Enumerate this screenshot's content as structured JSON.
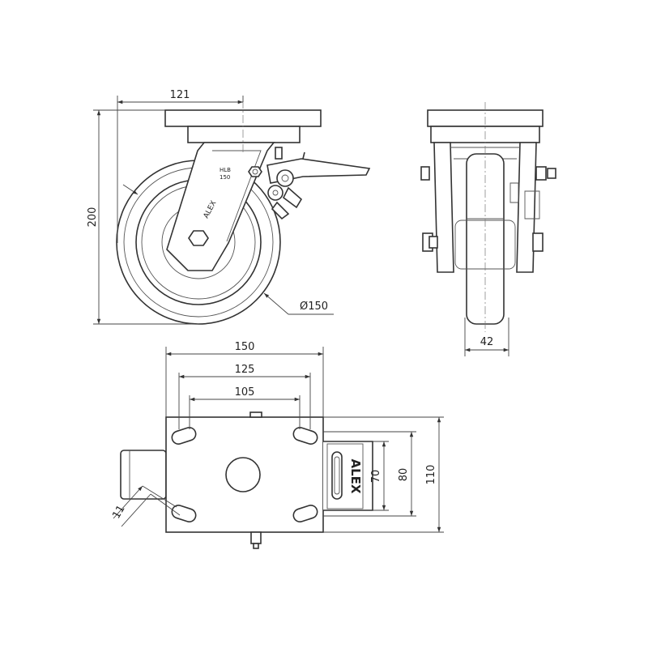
{
  "dimensions": {
    "side_plate_offset": "121",
    "side_height": "200",
    "side_wheel_diameter": "Ø150",
    "front_wheel_width": "42",
    "top_plate_width": "150",
    "top_bolt_spacing_outer": "125",
    "top_bolt_spacing_inner": "105",
    "top_slot_width": "11",
    "top_brake_70": "70",
    "top_brake_80": "80",
    "top_plate_110": "110"
  },
  "markings": {
    "brand": "ALEX",
    "fork_text_1": "HLB",
    "fork_text_2": "150",
    "fork_text_3": "ALEX"
  }
}
